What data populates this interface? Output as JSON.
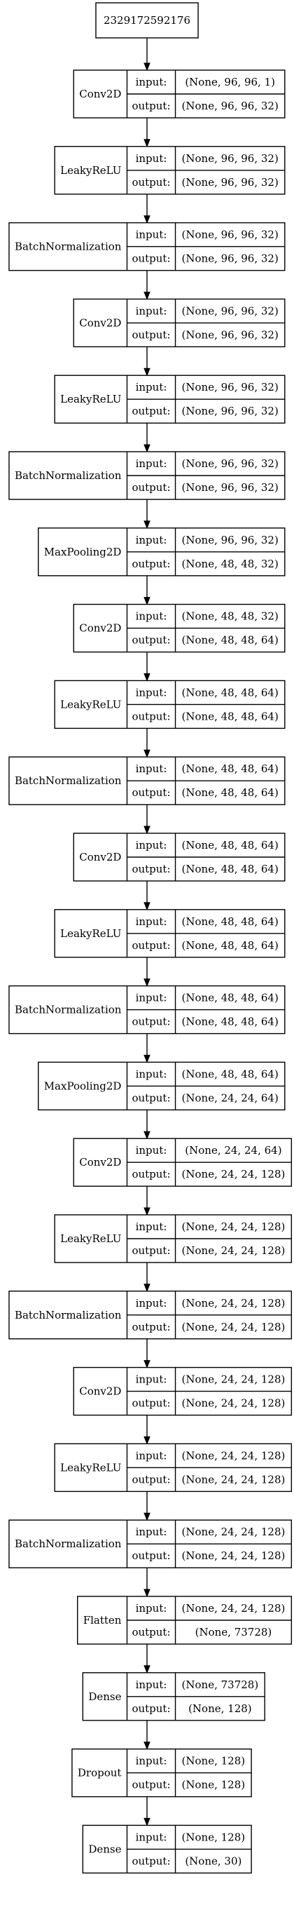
{
  "root": {
    "label": "2329172592176"
  },
  "layers": [
    {
      "type": "Conv2D",
      "input": "(None, 96, 96, 1)",
      "output": "(None, 96, 96, 32)"
    },
    {
      "type": "LeakyReLU",
      "input": "(None, 96, 96, 32)",
      "output": "(None, 96, 96, 32)"
    },
    {
      "type": "BatchNormalization",
      "input": "(None, 96, 96, 32)",
      "output": "(None, 96, 96, 32)"
    },
    {
      "type": "Conv2D",
      "input": "(None, 96, 96, 32)",
      "output": "(None, 96, 96, 32)"
    },
    {
      "type": "LeakyReLU",
      "input": "(None, 96, 96, 32)",
      "output": "(None, 96, 96, 32)"
    },
    {
      "type": "BatchNormalization",
      "input": "(None, 96, 96, 32)",
      "output": "(None, 96, 96, 32)"
    },
    {
      "type": "MaxPooling2D",
      "input": "(None, 96, 96, 32)",
      "output": "(None, 48, 48, 32)"
    },
    {
      "type": "Conv2D",
      "input": "(None, 48, 48, 32)",
      "output": "(None, 48, 48, 64)"
    },
    {
      "type": "LeakyReLU",
      "input": "(None, 48, 48, 64)",
      "output": "(None, 48, 48, 64)"
    },
    {
      "type": "BatchNormalization",
      "input": "(None, 48, 48, 64)",
      "output": "(None, 48, 48, 64)"
    },
    {
      "type": "Conv2D",
      "input": "(None, 48, 48, 64)",
      "output": "(None, 48, 48, 64)"
    },
    {
      "type": "LeakyReLU",
      "input": "(None, 48, 48, 64)",
      "output": "(None, 48, 48, 64)"
    },
    {
      "type": "BatchNormalization",
      "input": "(None, 48, 48, 64)",
      "output": "(None, 48, 48, 64)"
    },
    {
      "type": "MaxPooling2D",
      "input": "(None, 48, 48, 64)",
      "output": "(None, 24, 24, 64)"
    },
    {
      "type": "Conv2D",
      "input": "(None, 24, 24, 64)",
      "output": "(None, 24, 24, 128)"
    },
    {
      "type": "LeakyReLU",
      "input": "(None, 24, 24, 128)",
      "output": "(None, 24, 24, 128)"
    },
    {
      "type": "BatchNormalization",
      "input": "(None, 24, 24, 128)",
      "output": "(None, 24, 24, 128)"
    },
    {
      "type": "Conv2D",
      "input": "(None, 24, 24, 128)",
      "output": "(None, 24, 24, 128)"
    },
    {
      "type": "LeakyReLU",
      "input": "(None, 24, 24, 128)",
      "output": "(None, 24, 24, 128)"
    },
    {
      "type": "BatchNormalization",
      "input": "(None, 24, 24, 128)",
      "output": "(None, 24, 24, 128)"
    },
    {
      "type": "Flatten",
      "input": "(None, 24, 24, 128)",
      "output": "(None, 73728)"
    },
    {
      "type": "Dense",
      "input": "(None, 73728)",
      "output": "(None, 128)"
    },
    {
      "type": "Dropout",
      "input": "(None, 128)",
      "output": "(None, 128)"
    },
    {
      "type": "Dense",
      "input": "(None, 128)",
      "output": "(None, 30)"
    }
  ],
  "port_labels": {
    "input": "input:",
    "output": "output:"
  }
}
